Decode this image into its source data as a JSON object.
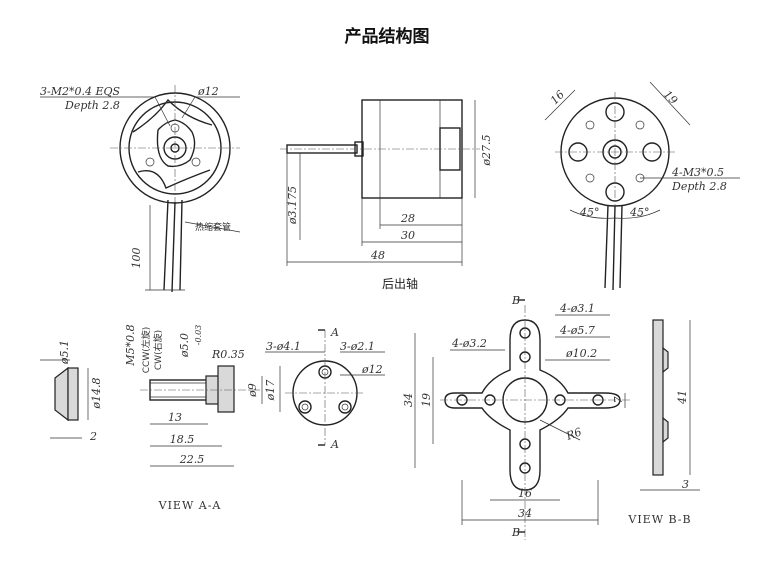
{
  "title": "产品结构图",
  "caption_rear_shaft": "后出轴",
  "labels": {
    "front_thread": "3-M2*0.4 EQS",
    "front_depth": "Depth 2.8",
    "front_dia": "ø12",
    "heat_shrink": "热缩套管",
    "lead_len": "100",
    "shaft_dia": "ø3.175",
    "body_dia": "ø27.5",
    "len_28": "28",
    "len_30": "30",
    "len_48": "48",
    "rear_16": "16",
    "rear_19": "19",
    "rear_thread": "4-M3*0.5",
    "rear_depth": "Depth 2.8",
    "angle_a": "45°",
    "angle_b": "45°",
    "nut_dia1": "ø5.1",
    "nut_dia2": "ø14.8",
    "nut_w": "2",
    "thread_m5": "M5*0.8",
    "ccw": "CCW(左旋)",
    "cw": "CW(右旋)",
    "tol": "ø5.0",
    "tol_sub": "-0.03",
    "r035": "R0.35",
    "d9": "ø9",
    "d17": "ø17",
    "l13": "13",
    "l185": "18.5",
    "l225": "22.5",
    "holes1": "3-ø4.1",
    "holes2": "3-ø2.1",
    "a_mark_top": "A",
    "a_mark_bot": "A",
    "d12b": "ø12",
    "view_aa": "VIEW A-A",
    "b_mark_top": "B",
    "b_mark_bot": "B",
    "c31": "4-ø3.1",
    "c57": "4-ø5.7",
    "c32": "4-ø3.2",
    "c102": "ø10.2",
    "c34v": "34",
    "c19v": "19",
    "c7": "7",
    "r6": "R6",
    "c16": "16",
    "c34h": "34",
    "c41": "41",
    "c3": "3",
    "view_bb": "VIEW B-B"
  }
}
